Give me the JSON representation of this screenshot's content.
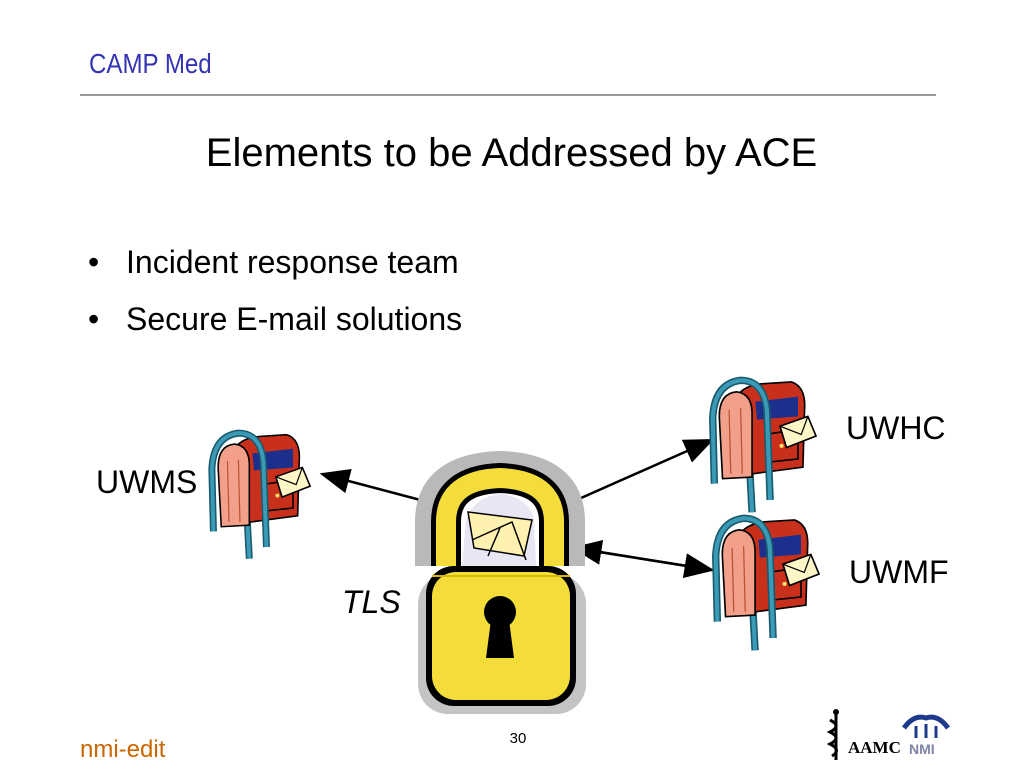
{
  "header": {
    "title": "CAMP Med"
  },
  "slide": {
    "title": "Elements to be Addressed by ACE",
    "bullets": [
      "Incident response team",
      "Secure E-mail solutions"
    ],
    "bullet_symbol": "•"
  },
  "diagram": {
    "center_label": "TLS",
    "mailboxes": [
      {
        "label": "UWMS"
      },
      {
        "label": "UWHC"
      },
      {
        "label": "UWMF"
      }
    ]
  },
  "footer": {
    "brand": "nmi-edit",
    "page_number": "30",
    "logos": {
      "aamc": "AAMC",
      "nmi": "NMI"
    }
  },
  "colors": {
    "header_title": "#3333b3",
    "footer_brand": "#cc6600",
    "lock_body": "#f4dc3a",
    "mailbox_red": "#c82a1a",
    "mailbox_teal": "#2f8fa8"
  }
}
